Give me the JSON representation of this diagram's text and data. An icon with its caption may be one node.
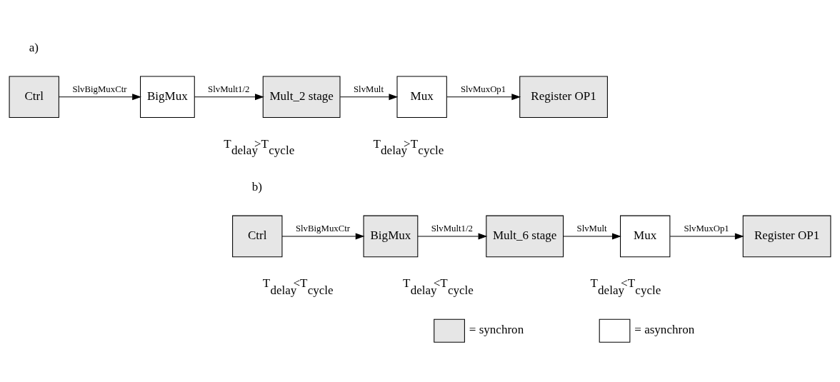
{
  "diagram": {
    "nodes": [
      {
        "text": [
          "Ctrl"
        ]
      },
      {
        "text": [
          "BigMux"
        ]
      },
      {
        "text": [
          "Mult_2 stage"
        ]
      },
      {
        "text": [
          "Mux"
        ]
      },
      {
        "text": [
          "Register OP1"
        ]
      },
      {
        "text": [
          "Ctrl"
        ]
      },
      {
        "text": [
          "BigMux"
        ]
      },
      {
        "text": [
          "Mult_6 stage"
        ]
      },
      {
        "text": [
          "Mux"
        ]
      },
      {
        "text": [
          "Register OP1"
        ]
      }
    ],
    "edges": [
      {
        "from": 0,
        "to": 1,
        "arrow": "to",
        "label": "SlvBigMuxCtr"
      },
      {
        "from": 1,
        "to": 2,
        "arrow": "to",
        "label": "SlvMult1/2"
      },
      {
        "from": 2,
        "to": 3,
        "arrow": "to",
        "label": "SlvMult"
      },
      {
        "from": 3,
        "to": 4,
        "arrow": "to",
        "label": "SlvMuxOp1"
      },
      {
        "from": 5,
        "to": 6,
        "arrow": "to",
        "label": "SlvBigMuxCtr"
      },
      {
        "from": 6,
        "to": 7,
        "arrow": "to",
        "label": "SlvMult1/2"
      },
      {
        "from": 7,
        "to": 8,
        "arrow": "to",
        "label": "SlvMult"
      },
      {
        "from": 8,
        "to": 9,
        "arrow": "to",
        "label": "SlvMuxOp1"
      }
    ],
    "labels": [
      "a)",
      "T$_{delay}$>T$_{cycle}$",
      "T$_{delay}$>T$_{cycle}$",
      "b)",
      "T$_{delay}$<T$_{cycle}$",
      "T$_{delay}$<T$_{cycle}$",
      "T$_{delay}$<T$_{cycle}$"
    ],
    "legend": [
      {
        "text": "= synchron",
        "color": "#e6e6e6"
      },
      {
        "text": "= asynchron",
        "color": "#ffffff"
      }
    ]
  }
}
